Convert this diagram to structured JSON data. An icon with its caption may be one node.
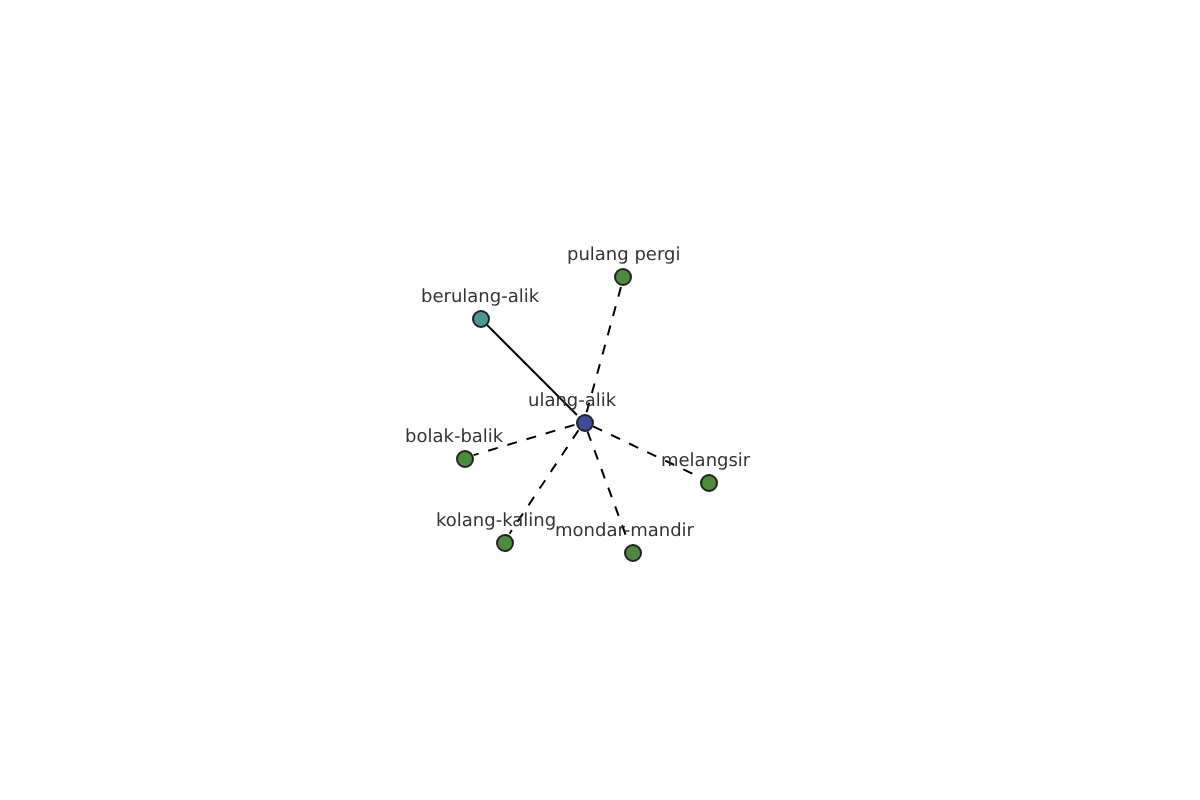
{
  "diagram": {
    "nodes": [
      {
        "text": [
          "ulang-alik"
        ]
      },
      {
        "text": [
          "pulang pergi"
        ]
      },
      {
        "text": [
          "berulang-alik"
        ]
      },
      {
        "text": [
          "bolak-balik"
        ]
      },
      {
        "text": [
          "melangsir"
        ]
      },
      {
        "text": [
          "kolang-kaling"
        ]
      },
      {
        "text": [
          "mondar-mandir"
        ]
      }
    ],
    "edges": [
      {
        "from": 0,
        "to": 2,
        "arrow": "none"
      },
      {
        "from": 0,
        "to": 1,
        "arrow": "none",
        "style": "dashed"
      },
      {
        "from": 0,
        "to": 3,
        "arrow": "none",
        "style": "dashed"
      },
      {
        "from": 0,
        "to": 4,
        "arrow": "none",
        "style": "dashed"
      },
      {
        "from": 0,
        "to": 5,
        "arrow": "none",
        "style": "dashed"
      },
      {
        "from": 0,
        "to": 6,
        "arrow": "none",
        "style": "dashed"
      }
    ]
  }
}
